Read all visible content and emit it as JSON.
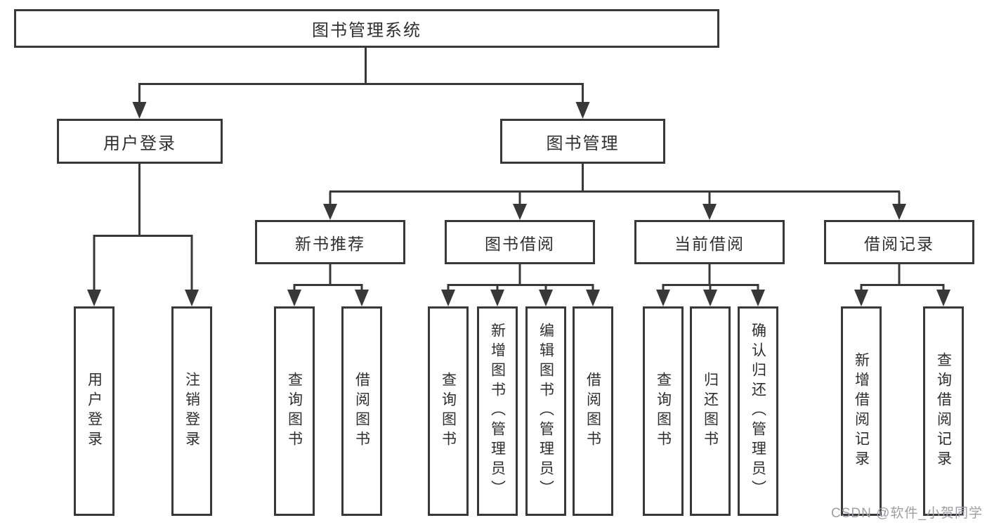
{
  "nodes": {
    "root": "图书管理系统",
    "user_login": "用户登录",
    "book_mgmt": "图书管理",
    "new_books": "新书推荐",
    "book_borrow": "图书借阅",
    "current_borrow": "当前借阅",
    "borrow_records": "借阅记录",
    "leaves": {
      "user_login": [
        "用户登录",
        "注销登录"
      ],
      "new_books": [
        "查询图书",
        "借阅图书"
      ],
      "book_borrow": [
        "查询图书",
        "新增图书（管理员）",
        "编辑图书（管理员）",
        "借阅图书"
      ],
      "current_borrow": [
        "查询图书",
        "归还图书",
        "确认归还（管理员）"
      ],
      "borrow_records": [
        "新增借阅记录",
        "查询借阅记录"
      ]
    }
  },
  "watermark": "CSDN @软件_小贺同学",
  "colors": {
    "line": "#383838",
    "text": "#2f2f2f",
    "box_background": "#ffffff",
    "watermark": "#9e9ea3",
    "background": "#ffffff"
  }
}
